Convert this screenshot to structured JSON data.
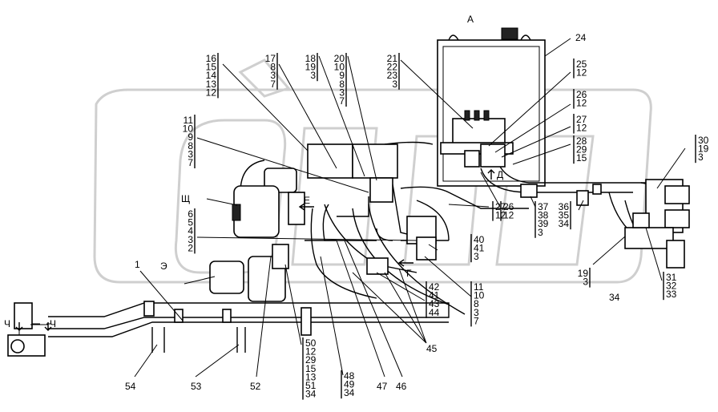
{
  "diagram": {
    "view_labels": {
      "A": "А",
      "D": "Д",
      "E": "Е",
      "G": "Г",
      "Shch": "Щ",
      "E_rev": "Э",
      "Ch_left": "Ч",
      "Ch_right": "Ч"
    },
    "callouts": {
      "c16": [
        "16",
        "15",
        "14",
        "13",
        "12"
      ],
      "c17": [
        "17",
        "8",
        "3",
        "7"
      ],
      "c18": [
        "18",
        "19",
        "3"
      ],
      "c20": [
        "20",
        "10",
        "9",
        "8",
        "3",
        "7"
      ],
      "c21": [
        "21",
        "22",
        "23",
        "3"
      ],
      "c24": "24",
      "c25": [
        "25",
        "12"
      ],
      "c26a": [
        "26",
        "12"
      ],
      "c27a": [
        "27",
        "12"
      ],
      "c28": [
        "28",
        "29",
        "15"
      ],
      "c11a": [
        "11",
        "10",
        "9",
        "8",
        "3",
        "7"
      ],
      "c6": [
        "6",
        "5",
        "4",
        "3",
        "2"
      ],
      "c30": [
        "30",
        "19",
        "3"
      ],
      "c27b": [
        "27",
        "12"
      ],
      "c26b": [
        "26",
        "12"
      ],
      "c37": [
        "37",
        "38",
        "39",
        "3"
      ],
      "c36": [
        "36",
        "35",
        "34"
      ],
      "c40": [
        "40",
        "41",
        "3"
      ],
      "c19": [
        "19",
        "3"
      ],
      "c31": [
        "31",
        "32",
        "33"
      ],
      "c34b": "34",
      "c42": [
        "42",
        "41",
        "43",
        "44"
      ],
      "c11b": [
        "11",
        "10",
        "8",
        "3",
        "7"
      ],
      "c45": "45",
      "c1": "1",
      "c50": [
        "50",
        "12",
        "29",
        "15",
        "13",
        "51",
        "34"
      ],
      "c48": [
        "48",
        "49",
        "34"
      ],
      "c54": "54",
      "c53": "53",
      "c52": "52",
      "c47": "47",
      "c46": "46"
    }
  }
}
